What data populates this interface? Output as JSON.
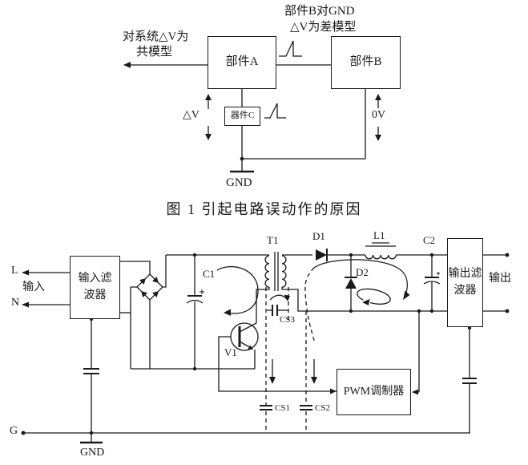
{
  "colors": {
    "line": "#1a1a1a",
    "background": "#ffffff"
  },
  "figure1": {
    "top_label_line1": "部件B对GND",
    "top_label_line2": "△V为差模型",
    "left_label_line1": "对系统△V为",
    "left_label_line2": "共模型",
    "box_a": "部件A",
    "box_b": "部件B",
    "box_c": "器件C",
    "delta_v": "△V",
    "zero_v": "0V",
    "gnd": "GND",
    "caption": "图 1 引起电路误动作的原因"
  },
  "figure2": {
    "terminal_l": "L",
    "terminal_n": "N",
    "input_label": "输入",
    "input_filter_line1": "输入滤",
    "input_filter_line2": "波器",
    "c1": "C1",
    "t1": "T1",
    "d1": "D1",
    "d2": "D2",
    "l1": "L1",
    "c2": "C2",
    "v1": "V1",
    "cs1": "CS1",
    "cs2": "CS2",
    "cs3": "CS3",
    "pwm": "PWM调制器",
    "output_filter_line1": "输出滤",
    "output_filter_line2": "波器",
    "output_label": "输出",
    "terminal_g": "G",
    "gnd": "GND"
  }
}
